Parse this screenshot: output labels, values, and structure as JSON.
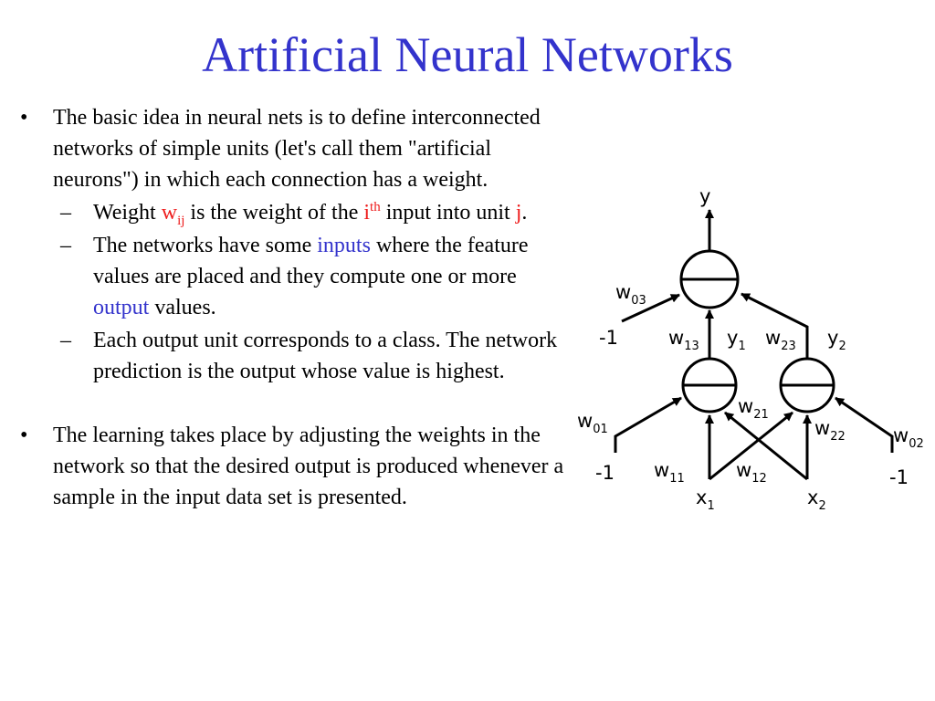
{
  "title": "Artificial Neural Networks",
  "bullets": [
    {
      "text": "The basic idea in neural nets is to define interconnected networks of simple units (let's call them \"artificial neurons\") in which each connection has a weight."
    },
    {
      "weight_pre": "Weight ",
      "w_base": "w",
      "w_sub": "ij",
      "w_mid": " is the weight of the ",
      "i_base": "i",
      "i_sup": "th",
      "i_mid": " input into unit ",
      "j": "j",
      "end": "."
    },
    {
      "pre": "The networks have some ",
      "inputs": "inputs",
      "mid": " where the feature values are placed and they compute one or more ",
      "output": "output",
      "end": " values."
    },
    {
      "text": "Each output unit corresponds to a class. The network prediction is the output whose value is highest."
    },
    {
      "text": "The learning takes place by adjusting the weights in the network so that the desired output is produced whenever a sample in the input data set is presented."
    }
  ],
  "markers": {
    "bullet": "•",
    "dash": "–"
  },
  "diagram": {
    "y": "y",
    "w03": {
      "b": "w",
      "s": "03"
    },
    "neg1": "-1",
    "w13": {
      "b": "w",
      "s": "13"
    },
    "y1": {
      "b": "y",
      "s": "1"
    },
    "w23": {
      "b": "w",
      "s": "23"
    },
    "y2": {
      "b": "y",
      "s": "2"
    },
    "w01": {
      "b": "w",
      "s": "01"
    },
    "w21": {
      "b": "w",
      "s": "21"
    },
    "w22": {
      "b": "w",
      "s": "22"
    },
    "w02": {
      "b": "w",
      "s": "02"
    },
    "w11": {
      "b": "w",
      "s": "11"
    },
    "w12": {
      "b": "w",
      "s": "12"
    },
    "x1": {
      "b": "x",
      "s": "1"
    },
    "x2": {
      "b": "x",
      "s": "2"
    }
  }
}
